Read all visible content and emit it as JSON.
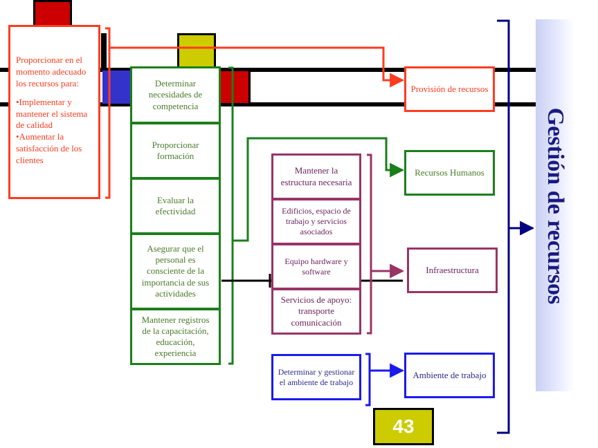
{
  "title": "Gestión de recursos",
  "page_number": "43",
  "intro": {
    "text": "Proporcionar en el momento adecuado los recursos para:",
    "bullets": [
      "•Implementar y mantener el sistema de calidad",
      "•Aumentar la satisfacción de los clientes"
    ]
  },
  "competence_steps": [
    "Determinar necesidades de competencia",
    "Proporcionar formación",
    "Evaluar la efectividad",
    "Asegurar que el personal es consciente de la importancia de sus actividades",
    "Mantener registros de la capacitación, educación, experiencia"
  ],
  "infrastructure_items": [
    "Mantener la estructura necesaria",
    "Edificios, espacio de trabajo y servicios asociados",
    "Equipo hardware y software",
    "Servicios de apoyo: transporte comunicación"
  ],
  "environment_item": "Determinar y gestionar el ambiente de trabajo",
  "outcomes": {
    "provision": "Provisión de recursos",
    "human": "Recursos Humanos",
    "infra": "Infraestructura",
    "environment": "Ambiente de trabajo"
  },
  "colors": {
    "red": "#ff3b1f",
    "green": "#1a7f1a",
    "purple": "#993366",
    "blue": "#1a1aee",
    "navy": "#000080",
    "yellow": "#cccc00"
  }
}
